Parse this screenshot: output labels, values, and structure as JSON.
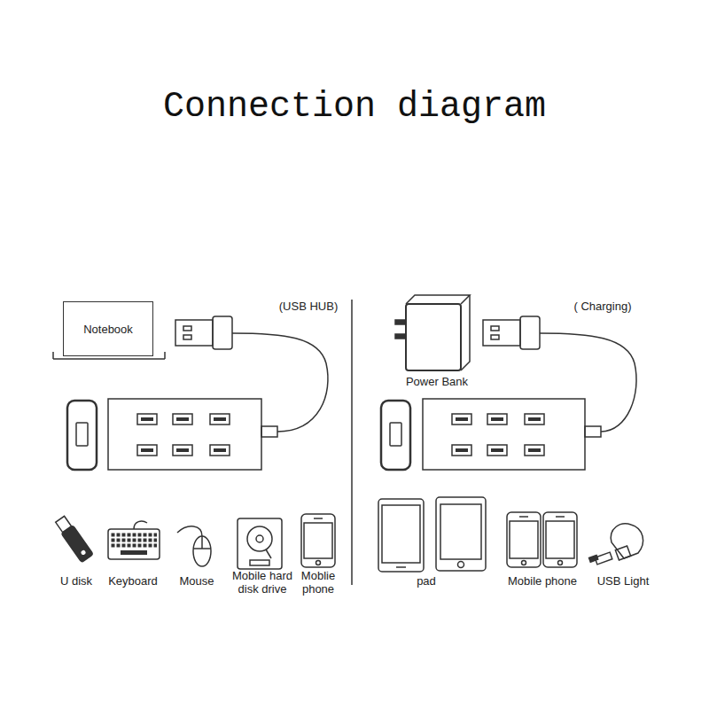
{
  "diagram": {
    "title": "Connection diagram",
    "nodes": [
      {
        "text": [
          "Notebook"
        ]
      }
    ],
    "labels": [
      "(USB HUB)",
      "U disk",
      "Keyboard",
      "Mouse",
      "Mobile hard disk drive",
      "Moblie phone",
      "( Charging)",
      "Power Bank",
      "pad",
      "Mobile phone",
      "USB Light"
    ]
  }
}
